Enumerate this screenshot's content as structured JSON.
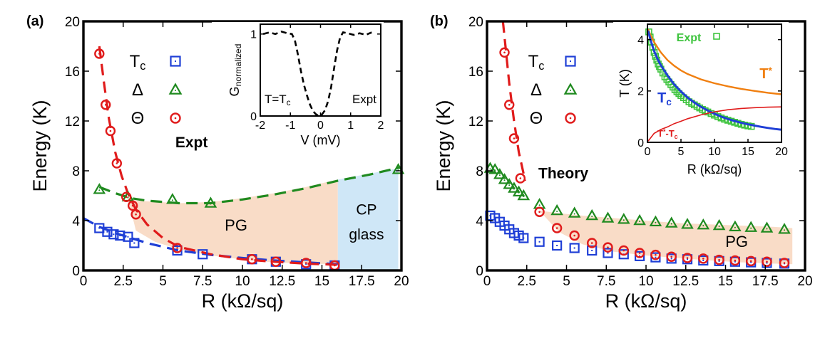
{
  "colors": {
    "tc": "#1f3fd6",
    "delta": "#1f8a1f",
    "theta": "#e01b1b",
    "pg_fill": "#f9dcc7",
    "cp_fill": "#cfe7f7",
    "tstar": "#f07f10",
    "expt_green": "#3fc43f",
    "axis": "#000000"
  },
  "chart_data": [
    {
      "type": "scatter",
      "panel_label": "(a)",
      "xlabel": "R (kΩ/sq)",
      "ylabel": "Energy (K)",
      "xlim": [
        0,
        20
      ],
      "ylim": [
        0,
        20
      ],
      "xticks": [
        0,
        2.5,
        5,
        7.5,
        10,
        12.5,
        15,
        17.5,
        20
      ],
      "xtick_labels": [
        "0",
        "2.5",
        "5",
        "7.5",
        "10",
        "12.5",
        "15",
        "17.5",
        "20"
      ],
      "yticks": [
        0,
        4,
        8,
        12,
        16,
        20
      ],
      "ytick_labels": [
        "0",
        "4",
        "8",
        "12",
        "16",
        "20"
      ],
      "legend": {
        "placement": "top-left",
        "entries": [
          {
            "label": "T",
            "sub": "c",
            "series": "Tc"
          },
          {
            "label": "Δ",
            "sub": "",
            "series": "Delta"
          },
          {
            "label": "Θ",
            "sub": "",
            "series": "Theta"
          }
        ]
      },
      "annotations": {
        "title": "Expt",
        "region1": "PG",
        "region2a": "CP",
        "region2b": "glass"
      },
      "regions": [
        {
          "name": "PG",
          "x": [
            2.8,
            3.3,
            6,
            8,
            10,
            12,
            14,
            16,
            16,
            14,
            12,
            10.5,
            8,
            6,
            4.5,
            3.3,
            2.8
          ],
          "y": [
            5.8,
            5.6,
            5.4,
            5.5,
            5.8,
            6.2,
            6.7,
            7.3,
            0.5,
            0.55,
            0.65,
            0.8,
            1.2,
            1.7,
            2.3,
            3.2,
            5.8
          ]
        },
        {
          "name": "CP glass",
          "x": [
            16,
            19.8,
            19.8,
            16
          ],
          "y": [
            7.3,
            8.2,
            0,
            0
          ]
        }
      ],
      "series": [
        {
          "name": "Tc",
          "marker": "square",
          "color_key": "tc",
          "x": [
            1.0,
            1.5,
            1.9,
            2.3,
            2.8,
            3.2,
            5.9,
            7.5,
            10.6,
            12.1,
            14.0,
            15.8
          ],
          "y": [
            3.4,
            3.1,
            2.9,
            2.8,
            2.7,
            2.2,
            1.6,
            1.3,
            0.9,
            0.7,
            0.5,
            0.4
          ]
        },
        {
          "name": "Delta",
          "marker": "triangle",
          "color_key": "delta",
          "x": [
            1.0,
            2.8,
            5.6,
            8.0,
            19.8
          ],
          "y": [
            6.5,
            5.9,
            5.7,
            5.4,
            8.1
          ]
        },
        {
          "name": "Theta",
          "marker": "circle",
          "color_key": "theta",
          "x": [
            1.0,
            1.4,
            1.7,
            2.1,
            2.7,
            3.1,
            3.3,
            5.9,
            10.6,
            12.1,
            14.0,
            15.8
          ],
          "y": [
            17.4,
            13.3,
            11.2,
            8.6,
            5.9,
            5.2,
            4.5,
            1.8,
            0.9,
            0.7,
            0.6,
            0.4
          ]
        }
      ],
      "fit_lines": [
        {
          "series": "Tc",
          "color_key": "tc",
          "x": [
            0,
            1,
            2,
            3,
            4,
            5,
            6,
            8,
            10,
            12,
            14,
            16
          ],
          "y": [
            4.2,
            3.5,
            3.0,
            2.6,
            2.2,
            1.9,
            1.6,
            1.25,
            1.0,
            0.8,
            0.65,
            0.5
          ]
        },
        {
          "series": "Delta",
          "color_key": "delta",
          "x": [
            1,
            2,
            3,
            4,
            6,
            8,
            10,
            12,
            14,
            16,
            18,
            20
          ],
          "y": [
            6.7,
            6.2,
            5.8,
            5.6,
            5.4,
            5.4,
            5.7,
            6.1,
            6.6,
            7.2,
            7.7,
            8.3
          ]
        },
        {
          "series": "Theta",
          "color_key": "theta",
          "x": [
            1.0,
            1.3,
            1.6,
            2.0,
            2.4,
            2.8,
            3.3,
            4.0,
            5.0,
            6.0,
            8.0,
            10.0,
            12.0,
            14.0,
            16.0
          ],
          "y": [
            18.0,
            15.0,
            12.2,
            9.5,
            7.6,
            6.2,
            4.9,
            3.7,
            2.6,
            1.9,
            1.3,
            0.9,
            0.7,
            0.55,
            0.45
          ]
        }
      ],
      "inset": {
        "xlabel": "V (mV)",
        "ylabel": "G",
        "ylabel_sub": "normalized",
        "xlim": [
          -2,
          2
        ],
        "ylim": [
          0,
          1.12
        ],
        "xticks": [
          -2,
          -1,
          0,
          1,
          2
        ],
        "xtick_labels": [
          "-2",
          "-1",
          "0",
          "1",
          "2"
        ],
        "yticks": [
          0,
          1
        ],
        "ytick_labels": [
          "0",
          "1"
        ],
        "text_left": "T=T",
        "text_left_sub": "c",
        "text_right": "Expt",
        "curve": {
          "x": [
            -1.9,
            -1.7,
            -1.5,
            -1.3,
            -1.1,
            -0.95,
            -0.85,
            -0.75,
            -0.65,
            -0.55,
            -0.45,
            -0.35,
            -0.25,
            -0.15,
            -0.05,
            0.05,
            0.15,
            0.25,
            0.35,
            0.45,
            0.55,
            0.65,
            0.75,
            0.9,
            1.1,
            1.3,
            1.5,
            1.7
          ],
          "y": [
            1.0,
            1.02,
            1.0,
            1.03,
            1.01,
            1.0,
            0.92,
            0.75,
            0.55,
            0.38,
            0.25,
            0.14,
            0.06,
            0.02,
            0.0,
            0.02,
            0.07,
            0.18,
            0.35,
            0.58,
            0.8,
            0.96,
            1.02,
            1.01,
            0.99,
            1.01,
            0.99,
            1.02
          ]
        }
      }
    },
    {
      "type": "scatter",
      "panel_label": "(b)",
      "xlabel": "R (kΩ/sq)",
      "ylabel": "Energy (K)",
      "xlim": [
        0,
        20
      ],
      "ylim": [
        0,
        20
      ],
      "xticks": [
        0,
        2.5,
        5,
        7.5,
        10,
        12.5,
        15,
        17.5,
        20
      ],
      "xtick_labels": [
        "0",
        "2.5",
        "5",
        "7.5",
        "10",
        "12.5",
        "15",
        "17.5",
        "20"
      ],
      "yticks": [
        0,
        4,
        8,
        12,
        16,
        20
      ],
      "ytick_labels": [
        "0",
        "4",
        "8",
        "12",
        "16",
        "20"
      ],
      "legend": {
        "placement": "top-left",
        "entries": [
          {
            "label": "T",
            "sub": "c",
            "series": "Tc"
          },
          {
            "label": "Δ",
            "sub": "",
            "series": "Delta"
          },
          {
            "label": "Θ",
            "sub": "",
            "series": "Theta"
          }
        ]
      },
      "annotations": {
        "title": "Theory",
        "region1": "PG"
      },
      "regions": [
        {
          "name": "PG",
          "x": [
            3.3,
            4.5,
            6,
            8,
            10,
            12,
            14,
            16,
            18,
            19.2,
            19.2,
            18,
            16,
            14,
            12,
            10,
            8,
            6,
            4.5,
            3.3
          ],
          "y": [
            4.8,
            4.6,
            4.4,
            4.2,
            4.0,
            3.8,
            3.7,
            3.6,
            3.5,
            3.4,
            0.5,
            0.55,
            0.65,
            0.8,
            1.0,
            1.2,
            1.5,
            2.1,
            3.1,
            4.8
          ]
        },
        {
          "name": "PG-lower",
          "x": [],
          "y": []
        }
      ],
      "series": [
        {
          "name": "Tc",
          "marker": "square",
          "color_key": "tc",
          "x": [
            0.2,
            0.5,
            0.8,
            1.1,
            1.4,
            1.7,
            2.0,
            2.3,
            3.3,
            4.4,
            5.5,
            6.6,
            7.6,
            8.6,
            9.6,
            10.6,
            11.6,
            12.6,
            13.6,
            14.6,
            15.6,
            16.6,
            17.6,
            18.7
          ],
          "y": [
            4.4,
            4.2,
            3.9,
            3.6,
            3.3,
            3.0,
            2.8,
            2.6,
            2.3,
            2.0,
            1.8,
            1.6,
            1.4,
            1.3,
            1.15,
            1.05,
            0.95,
            0.9,
            0.8,
            0.75,
            0.7,
            0.65,
            0.6,
            0.55
          ]
        },
        {
          "name": "Delta",
          "marker": "triangle",
          "color_key": "delta",
          "x": [
            0.2,
            0.5,
            0.8,
            1.1,
            1.4,
            1.7,
            2.0,
            2.3,
            3.3,
            4.4,
            5.5,
            6.6,
            7.6,
            8.6,
            9.6,
            10.6,
            11.6,
            12.6,
            13.6,
            14.6,
            15.6,
            16.6,
            17.6,
            18.7
          ],
          "y": [
            8.2,
            8.1,
            7.7,
            7.3,
            6.9,
            6.6,
            6.3,
            6.0,
            5.3,
            4.8,
            4.6,
            4.4,
            4.2,
            4.1,
            4.0,
            3.9,
            3.8,
            3.7,
            3.65,
            3.6,
            3.5,
            3.45,
            3.4,
            3.3
          ]
        },
        {
          "name": "Theta",
          "marker": "circle",
          "color_key": "theta",
          "x": [
            1.1,
            1.4,
            1.7,
            2.1,
            3.3,
            4.4,
            5.5,
            6.6,
            7.6,
            8.6,
            9.6,
            10.6,
            11.6,
            12.6,
            13.6,
            14.6,
            15.6,
            16.6,
            17.6,
            18.7
          ],
          "y": [
            17.5,
            13.3,
            10.6,
            7.4,
            4.7,
            3.4,
            2.8,
            2.2,
            1.85,
            1.6,
            1.4,
            1.25,
            1.1,
            1.0,
            0.95,
            0.85,
            0.8,
            0.75,
            0.7,
            0.6
          ]
        }
      ],
      "fit_lines": [
        {
          "series": "Theta",
          "color_key": "theta",
          "x": [
            1.0,
            1.2,
            1.4,
            1.7,
            2.0,
            2.4
          ],
          "y": [
            20.0,
            17.5,
            15.0,
            12.0,
            9.5,
            7.2
          ]
        }
      ],
      "inset": {
        "xlabel": "R (kΩ/sq)",
        "ylabel": "T (K)",
        "xlim": [
          0,
          20
        ],
        "ylim": [
          0,
          4.6
        ],
        "xticks": [
          0,
          5,
          10,
          15,
          20
        ],
        "xtick_labels": [
          "0",
          "5",
          "10",
          "15",
          "20"
        ],
        "yticks": [
          0,
          2,
          4
        ],
        "ytick_labels": [
          "0",
          "2",
          "4"
        ],
        "legend_text": "Expt",
        "tstar_label": "T",
        "tstar_sup": "*",
        "tc_label": "T",
        "tc_sub": "c",
        "diff_label": "T",
        "diff_sup": "*",
        "diff_mid": "-T",
        "diff_sub": "c",
        "expt_points": {
          "x": [
            0.2,
            0.4,
            0.6,
            0.8,
            1.0,
            1.2,
            1.4,
            1.6,
            1.8,
            2.0,
            2.3,
            2.6,
            2.9,
            3.2,
            3.5,
            3.8,
            4.1,
            4.4,
            4.7,
            5.0,
            5.4,
            5.8,
            6.2,
            6.6,
            7.0,
            7.4,
            7.8,
            8.2,
            8.6,
            9.0,
            9.5,
            10.0,
            10.5,
            11.0,
            11.5,
            12.0,
            12.5,
            13.0,
            13.5,
            14.0,
            14.5,
            15.0,
            15.5
          ],
          "y": [
            4.3,
            4.1,
            3.9,
            3.7,
            3.5,
            3.35,
            3.2,
            3.05,
            2.95,
            2.85,
            2.7,
            2.55,
            2.45,
            2.35,
            2.25,
            2.15,
            2.05,
            1.97,
            1.9,
            1.82,
            1.74,
            1.66,
            1.58,
            1.52,
            1.46,
            1.4,
            1.34,
            1.28,
            1.23,
            1.18,
            1.12,
            1.06,
            1.0,
            0.95,
            0.9,
            0.86,
            0.82,
            0.78,
            0.74,
            0.7,
            0.67,
            0.64,
            0.62
          ]
        },
        "tc_curve": {
          "x": [
            0.1,
            0.5,
            1,
            1.5,
            2,
            3,
            4,
            5,
            6,
            7,
            8,
            9,
            10,
            11,
            12,
            13,
            14,
            15,
            16,
            17,
            18,
            19,
            20
          ],
          "y": [
            4.35,
            3.95,
            3.55,
            3.25,
            3.0,
            2.6,
            2.25,
            1.98,
            1.74,
            1.55,
            1.38,
            1.24,
            1.11,
            1.0,
            0.91,
            0.83,
            0.76,
            0.7,
            0.65,
            0.6,
            0.56,
            0.52,
            0.49
          ]
        },
        "tstar_curve": {
          "x": [
            0.1,
            0.5,
            1,
            1.5,
            2,
            3,
            4,
            5,
            6,
            8,
            10,
            12,
            14,
            16,
            18,
            20
          ],
          "y": [
            4.4,
            4.15,
            3.9,
            3.7,
            3.5,
            3.2,
            2.98,
            2.8,
            2.66,
            2.45,
            2.3,
            2.18,
            2.08,
            2.0,
            1.93,
            1.87
          ]
        },
        "diff_curve": {
          "x": [
            0.1,
            1,
            2,
            3,
            4,
            5,
            6,
            8,
            10,
            12,
            14,
            16,
            18,
            20
          ],
          "y": [
            0.05,
            0.35,
            0.5,
            0.6,
            0.73,
            0.82,
            0.92,
            1.07,
            1.19,
            1.27,
            1.32,
            1.35,
            1.37,
            1.38
          ]
        }
      }
    }
  ]
}
